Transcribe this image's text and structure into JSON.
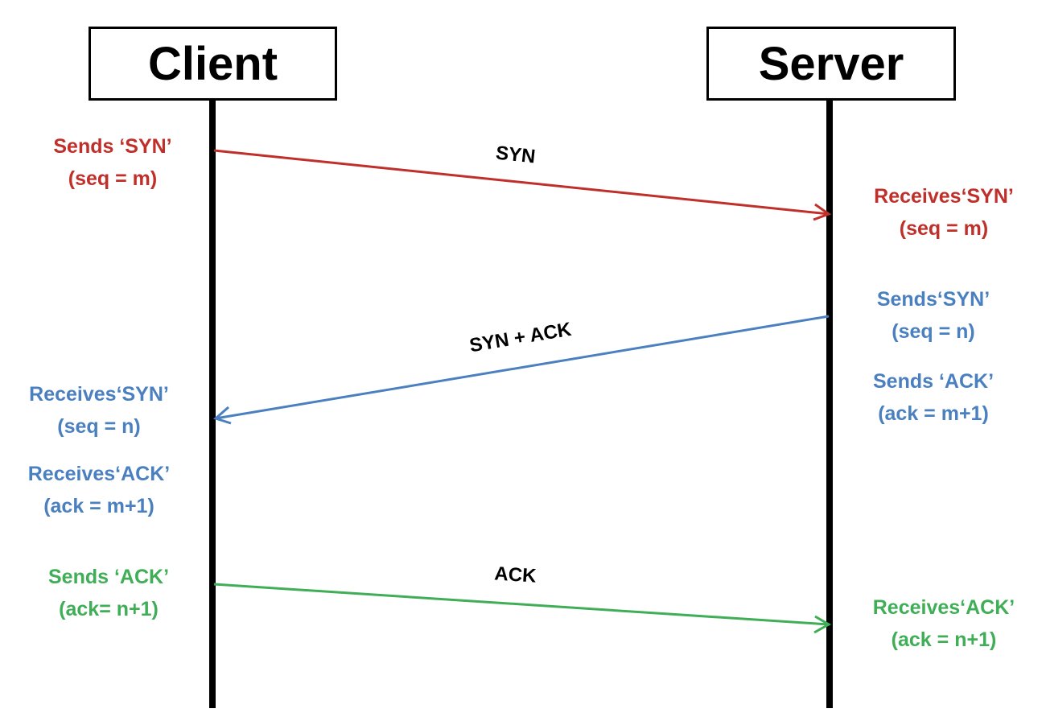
{
  "participants": {
    "client": "Client",
    "server": "Server"
  },
  "messages": {
    "syn": {
      "label": "SYN",
      "color": "#c0302b"
    },
    "synack": {
      "label": "SYN + ACK",
      "color": "#4a80c0"
    },
    "ack": {
      "label": "ACK",
      "color": "#3fae57"
    }
  },
  "notes": {
    "client_sends_syn": {
      "line1": "Sends ‘SYN’",
      "line2": "(seq = m)"
    },
    "server_receives_syn": {
      "line1": "Receives‘SYN’",
      "line2": "(seq = m)"
    },
    "server_sends_syn": {
      "line1": "Sends‘SYN’",
      "line2": "(seq = n)"
    },
    "server_sends_ack": {
      "line1": "Sends ‘ACK’",
      "line2": "(ack = m+1)"
    },
    "client_receives_syn": {
      "line1": "Receives‘SYN’",
      "line2": "(seq = n)"
    },
    "client_receives_ack": {
      "line1": "Receives‘ACK’",
      "line2": "(ack = m+1)"
    },
    "client_sends_ack": {
      "line1": "Sends ‘ACK’",
      "line2": "(ack= n+1)"
    },
    "server_receives_ack": {
      "line1": "Receives‘ACK’",
      "line2": "(ack = n+1)"
    }
  }
}
